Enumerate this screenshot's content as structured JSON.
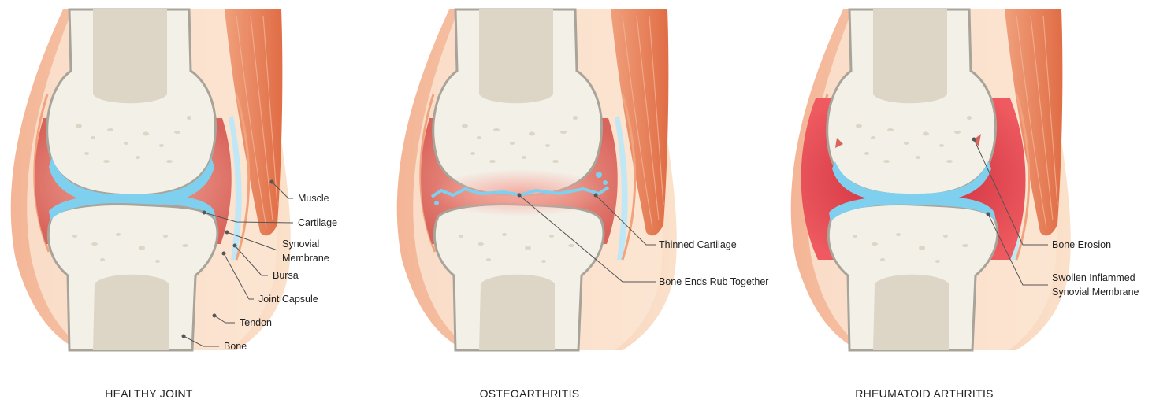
{
  "panels": [
    {
      "caption": "HEALTHY JOINT",
      "labels": {
        "muscle": "Muscle",
        "cartilage": "Cartilage",
        "synovial_1": "Synovial",
        "synovial_2": "Membrane",
        "bursa": "Bursa",
        "joint_capsule": "Joint Capsule",
        "tendon": "Tendon",
        "bone": "Bone"
      }
    },
    {
      "caption": "OSTEOARTHRITIS",
      "labels": {
        "thinned_cartilage": "Thinned Cartilage",
        "bone_ends": "Bone Ends Rub Together"
      }
    },
    {
      "caption": "RHEUMATOID ARTHRITIS",
      "labels": {
        "bone_erosion": "Bone Erosion",
        "swollen_1": "Swollen Inflammed",
        "swollen_2": "Synovial Membrane"
      }
    }
  ],
  "colors": {
    "bone": "#f3f0e8",
    "bone_outline": "#a9a49a",
    "marrow": "#ddd6c6",
    "cartilage": "#7fd0ee",
    "synovial": "#d9645c",
    "synovial_inflamed": "#e24a4f",
    "muscle": "#e8855f",
    "skin_outer": "#f3b99c",
    "skin_inner": "#f8d7bd"
  }
}
